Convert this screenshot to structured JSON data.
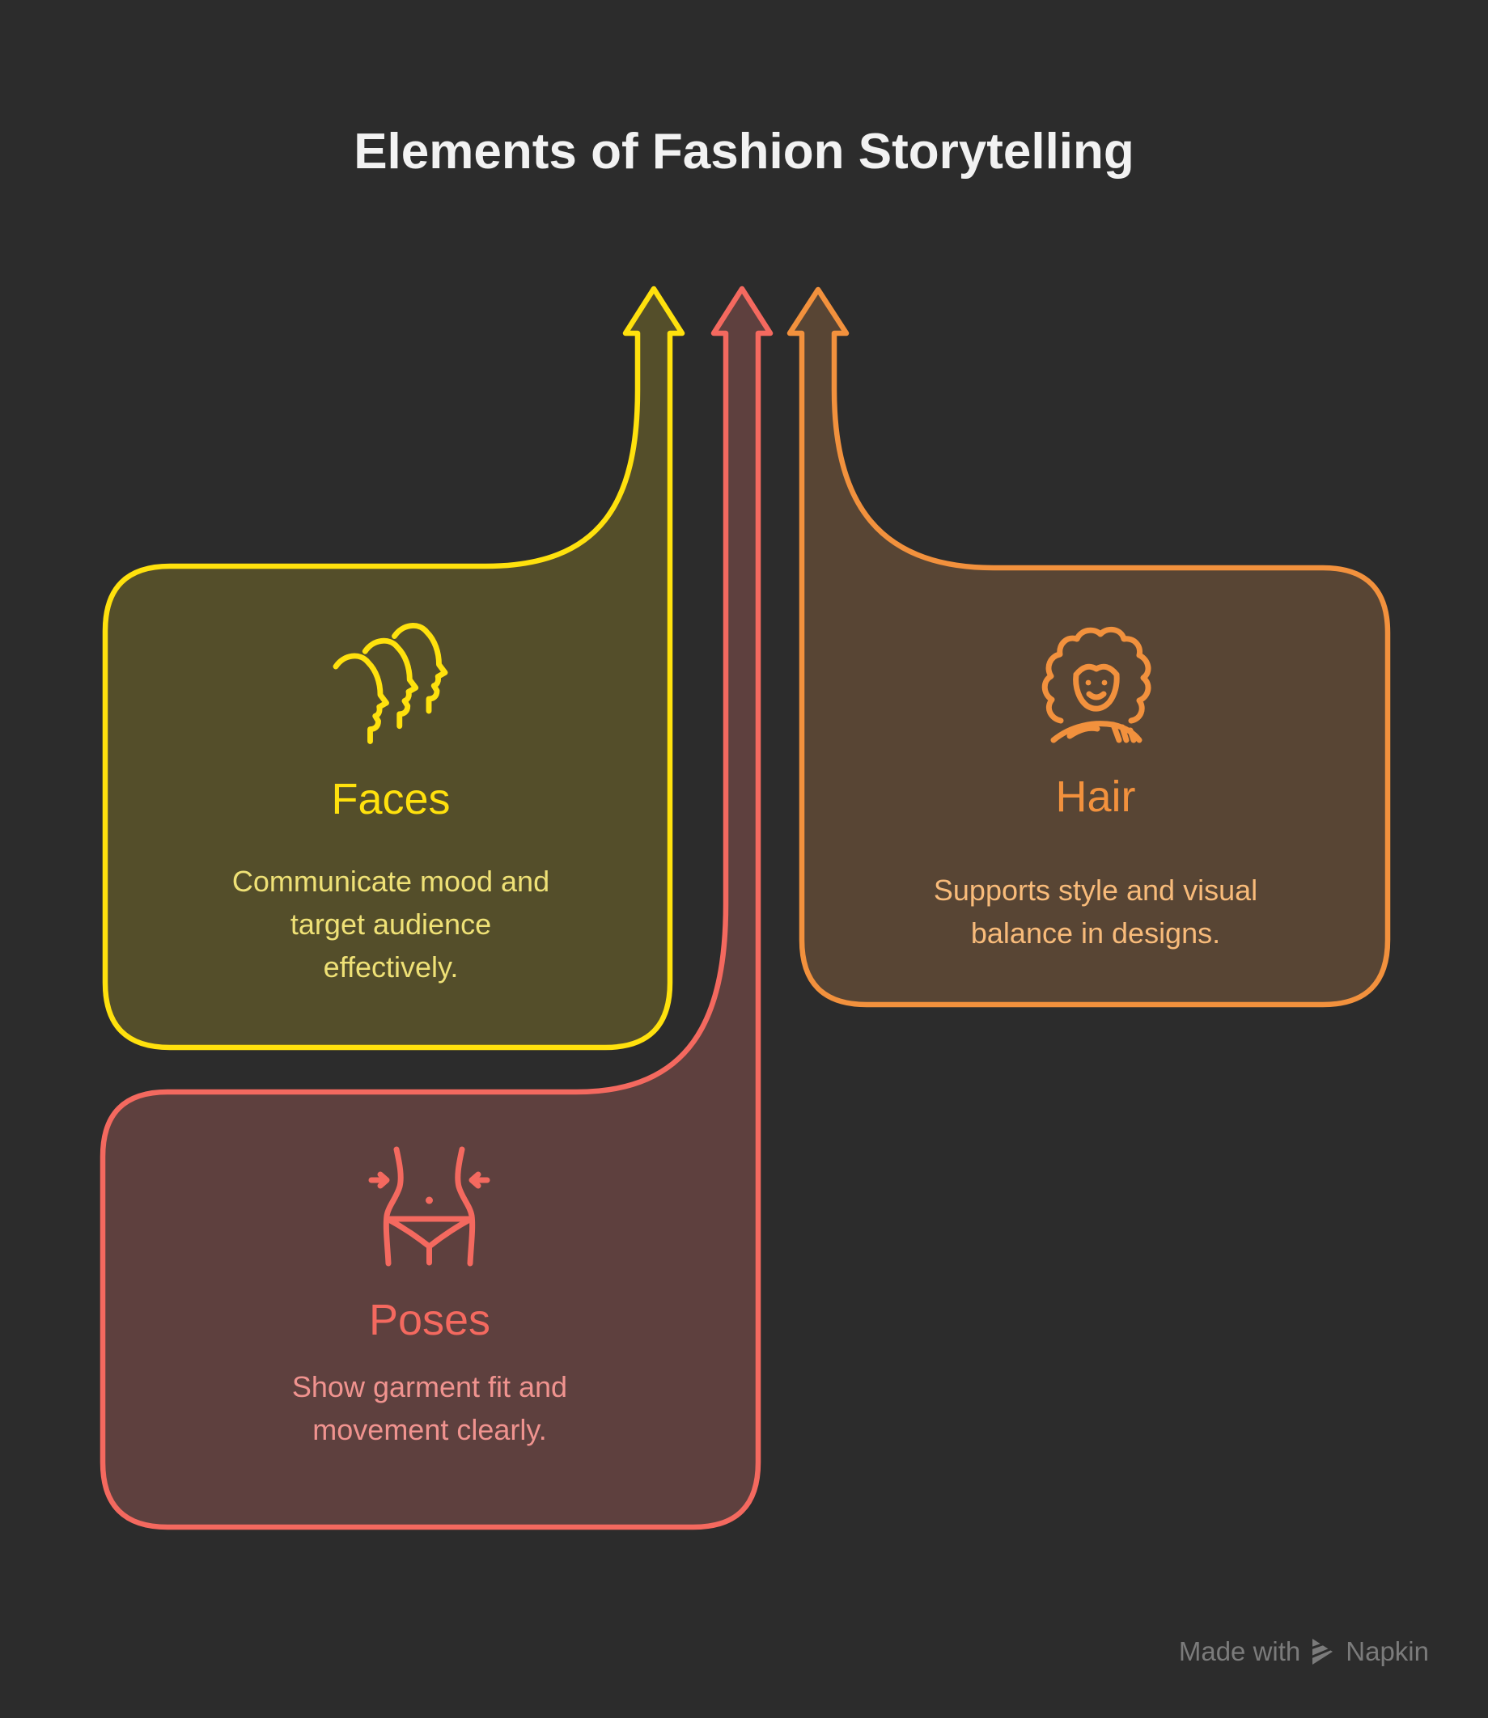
{
  "title": "Elements of Fashion Storytelling",
  "background_color": "#2C2C2C",
  "cards": {
    "faces": {
      "title": "Faces",
      "lines": [
        "Communicate mood and",
        "target audience",
        "effectively."
      ],
      "accent_color": "#FFE10D",
      "body_color": "#EFE176",
      "fill_color": "#544E2A",
      "icon": "faces-profiles-icon"
    },
    "poses": {
      "title": "Poses",
      "lines": [
        "Show garment fit and",
        "movement clearly."
      ],
      "accent_color": "#F4695F",
      "body_color": "#F0938F",
      "fill_color": "#5E403E",
      "icon": "waist-silhouette-icon"
    },
    "hair": {
      "title": "Hair",
      "lines": [
        "Supports style and visual",
        "balance in designs."
      ],
      "accent_color": "#F2913D",
      "body_color": "#F8BB7A",
      "fill_color": "#584534",
      "icon": "curly-hair-portrait-icon"
    }
  },
  "footer": {
    "made_with": "Made with",
    "brand": "Napkin"
  }
}
